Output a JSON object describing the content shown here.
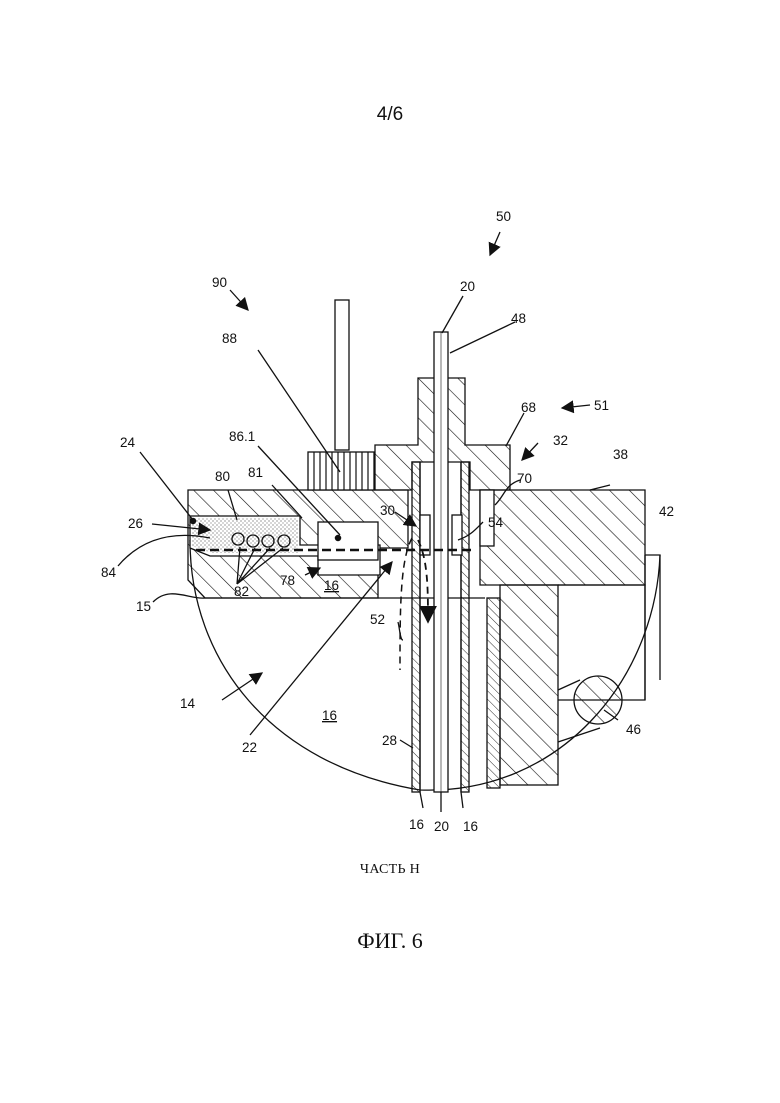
{
  "page": {
    "number": "4/6"
  },
  "figure": {
    "caption": "ЧАСТЬ H",
    "title": "ФИГ. 6"
  },
  "labels": {
    "l50": "50",
    "l90": "90",
    "l20_top": "20",
    "l48": "48",
    "l88": "88",
    "l68": "68",
    "l51": "51",
    "l24": "24",
    "l86_1": "86.1",
    "l32": "32",
    "l38": "38",
    "l80": "80",
    "l81": "81",
    "l70": "70",
    "l30": "30",
    "l26": "26",
    "l42": "42",
    "l54": "54",
    "l84": "84",
    "l78": "78",
    "l16_upper": "16",
    "l82": "82",
    "l15": "15",
    "l52": "52",
    "l14": "14",
    "l16_lower": "16",
    "l46": "46",
    "l28": "28",
    "l22": "22",
    "l16_bottom_left": "16",
    "l20_bottom": "20",
    "l16_bottom_right": "16"
  },
  "colors": {
    "ink": "#111111",
    "paper": "#ffffff"
  }
}
